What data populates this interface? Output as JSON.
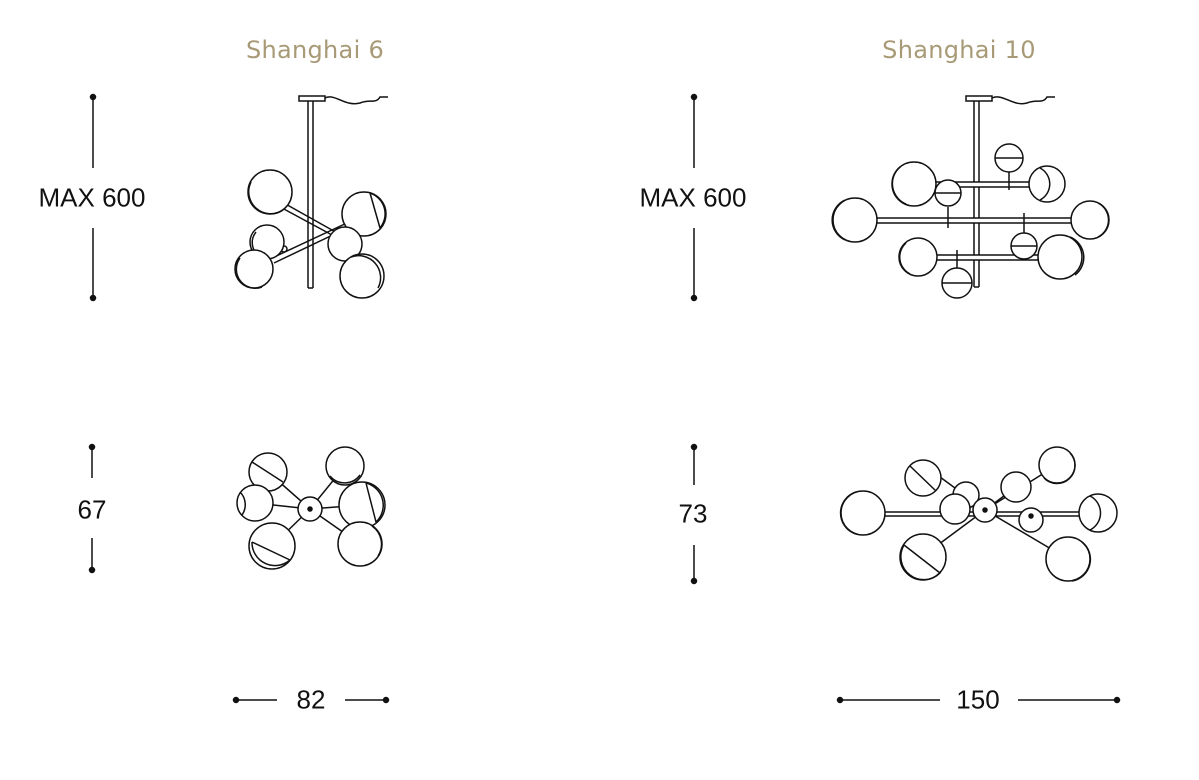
{
  "products": [
    {
      "name": "Shanghai 6",
      "height_label": "MAX 600",
      "depth_label": "67",
      "width_label": "82"
    },
    {
      "name": "Shanghai 10",
      "height_label": "MAX 600",
      "depth_label": "73",
      "width_label": "150"
    }
  ],
  "colors": {
    "title": "#a89a76",
    "line": "#111111"
  }
}
